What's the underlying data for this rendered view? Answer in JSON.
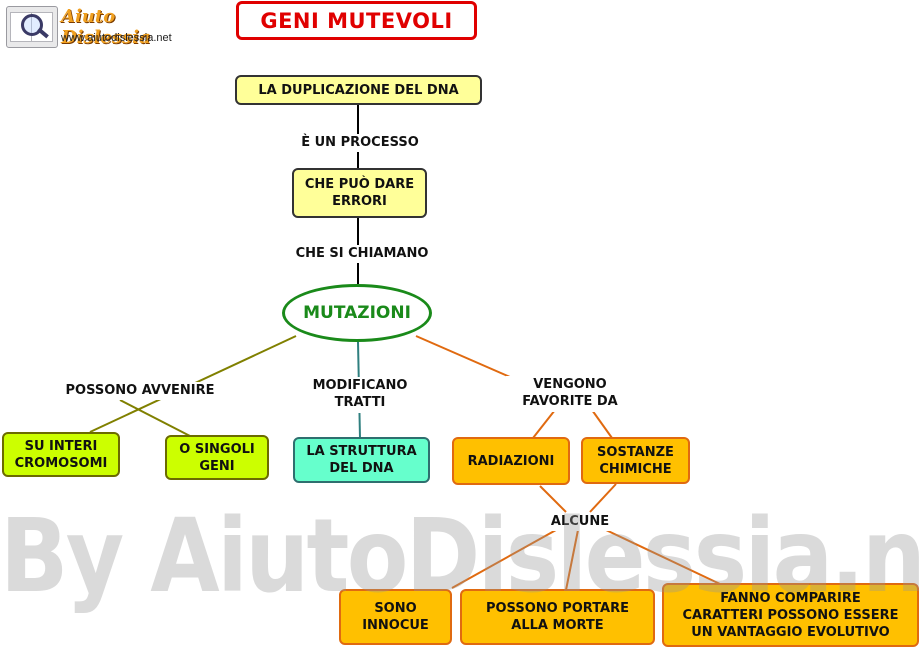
{
  "logo": {
    "name": "Aiuto Dislessia",
    "url": "www.aiutodislessia.net"
  },
  "title": "GENI MUTEVOLI",
  "nodes": {
    "duplicazione": "LA DUPLICAZIONE DEL DNA",
    "errori": "CHE PUÒ DARE\nERRORI",
    "mutazioni": "MUTAZIONI",
    "cromosomi": "SU INTERI\nCROMOSOMI",
    "geni": "O SINGOLI\nGENI",
    "struttura": "LA STRUTTURA\nDEL DNA",
    "radiazioni": "RADIAZIONI",
    "sostanze": "SOSTANZE\nCHIMICHE",
    "innocue": "SONO\nINNOCUE",
    "morte": "POSSONO PORTARE\nALLA MORTE",
    "caratteri": "FANNO COMPARIRE\nCARATTERI POSSONO ESSERE\nUN VANTAGGIO EVOLUTIVO"
  },
  "links": {
    "processo": "È UN PROCESSO",
    "chiamano": "CHE SI CHIAMANO",
    "avvenire": "POSSONO AVVENIRE",
    "modificano": "MODIFICANO\nTRATTI",
    "favorite": "VENGONO\nFAVORITE DA",
    "alcune": "ALCUNE"
  },
  "watermark": "By AiutoDislessia.net",
  "colors": {
    "title": "#e00000",
    "mutazioni": "#1a8a1a",
    "lime": "#ccff00",
    "teal": "#66ffcc",
    "orange": "#ffc000",
    "yellow": "#ffff99"
  }
}
